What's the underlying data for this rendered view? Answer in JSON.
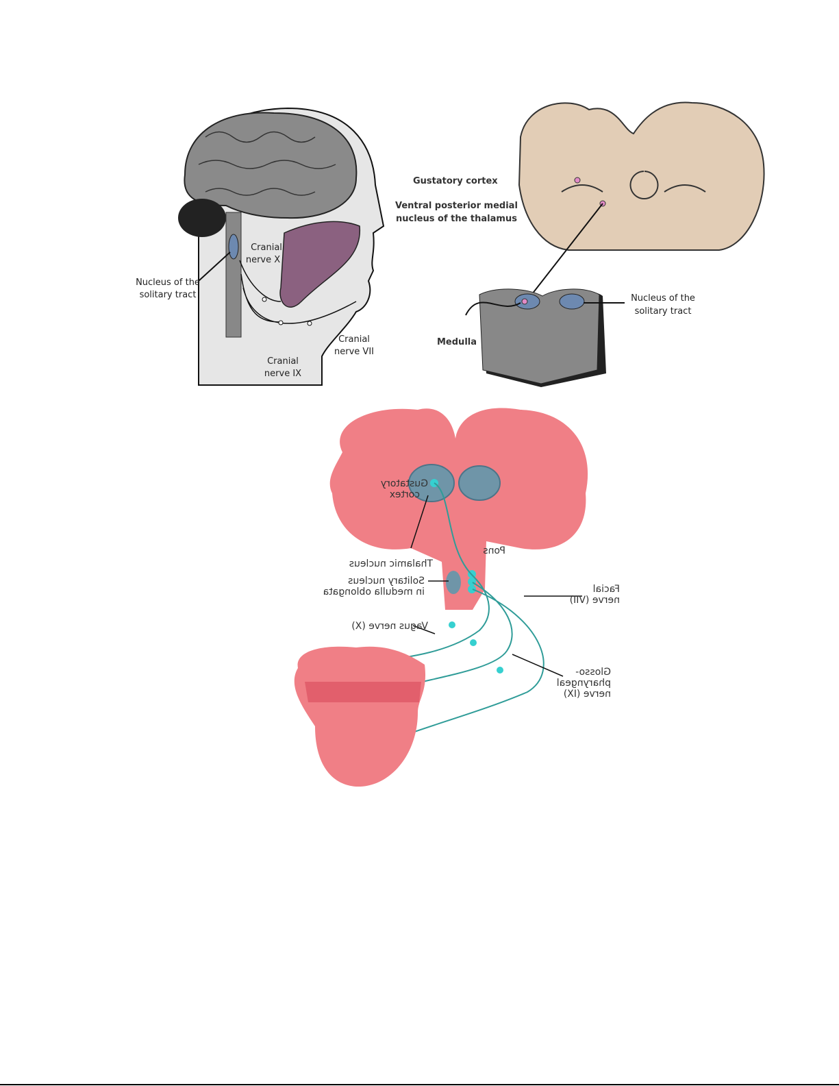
{
  "figure_head": {
    "labels": {
      "nucleus_line1": "Nucleus of the",
      "nucleus_line2": "solitary tract",
      "cn_x_line1": "Cranial",
      "cn_x_line2": "nerve X",
      "cn_ix_line1": "Cranial",
      "cn_ix_line2": "nerve IX",
      "cn_vii_line1": "Cranial",
      "cn_vii_line2": "nerve VII"
    }
  },
  "figure_coronal": {
    "labels": {
      "gustatory_cortex": "Gustatory cortex",
      "vpm_line1": "Ventral posterior medial",
      "vpm_line2": "nucleus of the thalamus",
      "medulla": "Medulla",
      "nucleus_line1": "Nucleus of the",
      "nucleus_line2": "solitary tract"
    }
  },
  "figure_tongue": {
    "labels": {
      "gustatory_line1": "Gustatory",
      "gustatory_line2": "cortex",
      "thalamic": "Thalamic nucleus",
      "pons": "Pons",
      "solitary_line1": "Solitary nucleus",
      "solitary_line2": "in medulla oblongata",
      "facial_line1": "Facial",
      "facial_line2": "nerve (VII)",
      "vagus": "Vagus nerve (X)",
      "glosso_line1": "Glosso-",
      "glosso_line2": "pharyngeal",
      "glosso_line3": "nerve (IX)"
    },
    "colors": {
      "tissue": "#f07f86",
      "nucleus": "#6f95a8",
      "nerve": "#2f9c98",
      "node": "#36d0d0"
    }
  }
}
